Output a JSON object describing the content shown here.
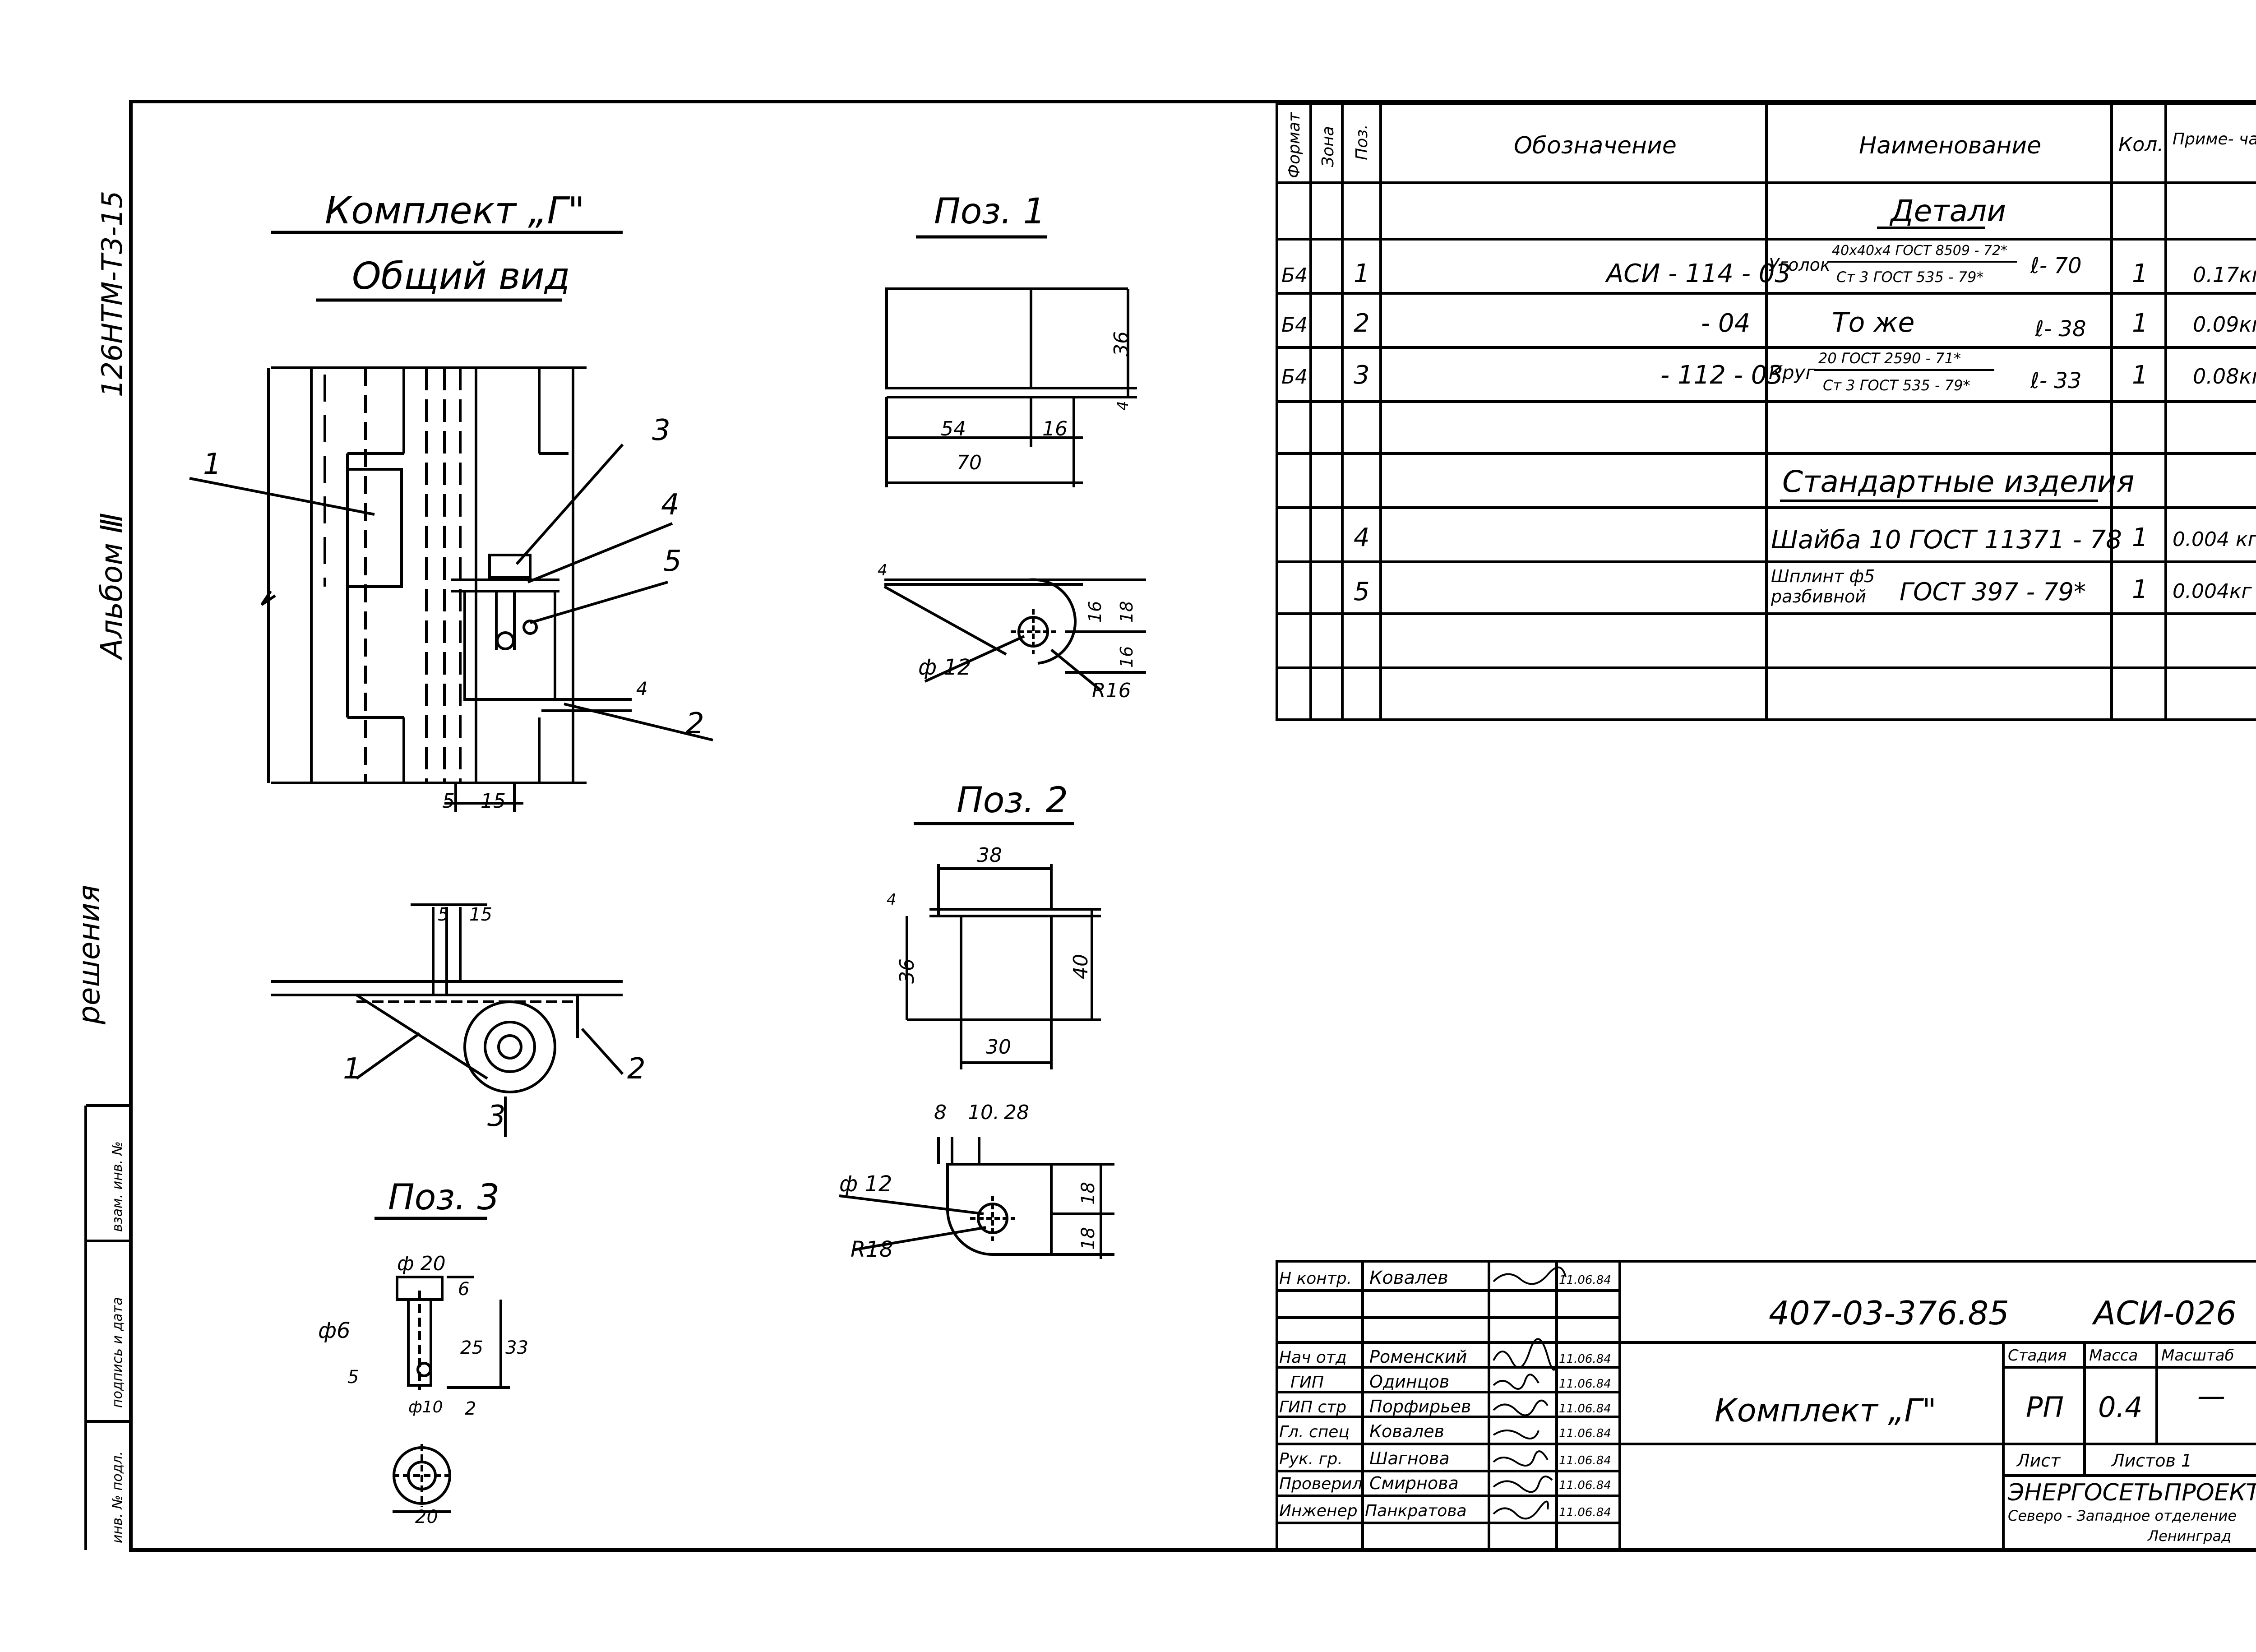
{
  "side_margin": {
    "album_code": "126НТМ-Т3-15",
    "album_label": "Альбом Ⅲ",
    "solutions_label": "решения",
    "stamp_1": "инв. № подл.",
    "stamp_2": "подпись и дата",
    "stamp_3": "взам. инв. №"
  },
  "views": {
    "title_set": "Комплект „Г\"",
    "title_general": "Общий вид",
    "pos1_title": "Поз. 1",
    "pos2_title": "Поз. 2",
    "pos3_title": "Поз. 3",
    "callouts": [
      "1",
      "2",
      "3",
      "4",
      "5"
    ],
    "general_dims": {
      "d5": "5",
      "d15": "15",
      "d4": "4"
    },
    "pos1_dims": {
      "d36": "36",
      "d54": "54",
      "d16": "16",
      "d70": "70",
      "d4": "4",
      "d4b": "4",
      "d16v": "16",
      "d18": "18",
      "d16b": "16",
      "phi12": "ф 12",
      "r16": "R16"
    },
    "pos2_dims": {
      "d38": "38",
      "d36": "36",
      "d40": "40",
      "d30": "30",
      "d4": "4",
      "d8": "8",
      "d10": "10.",
      "d28": "28",
      "phi12": "ф 12",
      "r18": "R18",
      "d18a": "18",
      "d18b": "18"
    },
    "pos3_dims": {
      "phi20": "ф 20",
      "d6": "6",
      "phi6": "ф6",
      "d5": "5",
      "d25": "25",
      "d33": "33",
      "phi10": "ф10",
      "d2": "2",
      "d20": "20"
    }
  },
  "spec_table": {
    "headers": {
      "format": "Формат",
      "zone": "Зона",
      "pos": "Поз.",
      "designation": "Обозначение",
      "name": "Наименование",
      "qty": "Кол.",
      "note": "Приме- чание"
    },
    "section_parts": "Детали",
    "section_standard": "Стандартные изделия",
    "rows": [
      {
        "format": "Б4",
        "pos": "1",
        "designation": "АСИ - 114 - 03",
        "name_prefix": "Уголок",
        "name_top": "40х40х4 ГОСТ 8509 - 72*",
        "name_bottom": "Ст 3 ГОСТ 535 - 79*",
        "length": "ℓ- 70",
        "qty": "1",
        "note": "0.17кг"
      },
      {
        "format": "Б4",
        "pos": "2",
        "designation": "- 04",
        "name_text": "То же",
        "length": "ℓ- 38",
        "qty": "1",
        "note": "0.09кг"
      },
      {
        "format": "Б4",
        "pos": "3",
        "designation": "- 112 - 03",
        "name_prefix": "Круг",
        "name_top": "20 ГОСТ 2590 - 71*",
        "name_bottom": "Ст 3 ГОСТ 535 - 79*",
        "length": "ℓ- 33",
        "qty": "1",
        "note": "0.08кг"
      },
      {
        "pos": "4",
        "name_text": "Шайба 10 ГОСТ 11371 - 78",
        "qty": "1",
        "note": "0.004 кг"
      },
      {
        "pos": "5",
        "name_top": "Шплинт ф5",
        "name_bottom": "разбивной",
        "name_standard": "ГОСТ 397 - 79*",
        "qty": "1",
        "note": "0.004кг"
      }
    ]
  },
  "title_block": {
    "doc_number": "407-03-376.85",
    "doc_code": "АСИ-026",
    "drawing_title": "Комплект „Г\"",
    "stage_label": "Стадия",
    "mass_label": "Масса",
    "scale_label": "Масштаб",
    "stage": "РП",
    "mass": "0.4",
    "scale": "—",
    "sheet_label": "Лист",
    "sheets_label": "Листов 1",
    "org_name": "ЭНЕРГОСЕТЬПРОЕКТ",
    "org_sub": "Северо - Западное отделение",
    "org_city": "Ленинград",
    "signatures": [
      {
        "role": "Н контр.",
        "name": "Ковалев",
        "date": "11.06.84"
      },
      {
        "role": "",
        "name": "",
        "date": ""
      },
      {
        "role": "Нач отд",
        "name": "Роменский",
        "date": "11.06.84"
      },
      {
        "role": "ГИП",
        "name": "Одинцов",
        "date": "11.06.84"
      },
      {
        "role": "ГИП стр",
        "name": "Порфирьев",
        "date": "11.06.84"
      },
      {
        "role": "Гл. спец",
        "name": "Ковалев",
        "date": "11.06.84"
      },
      {
        "role": "Рук. гр.",
        "name": "Шагнова",
        "date": "11.06.84"
      },
      {
        "role": "Проверил",
        "name": "Смирнова",
        "date": "11.06.84"
      },
      {
        "role": "Инженер",
        "name": "Панкратова",
        "date": "11.06.84"
      }
    ]
  }
}
